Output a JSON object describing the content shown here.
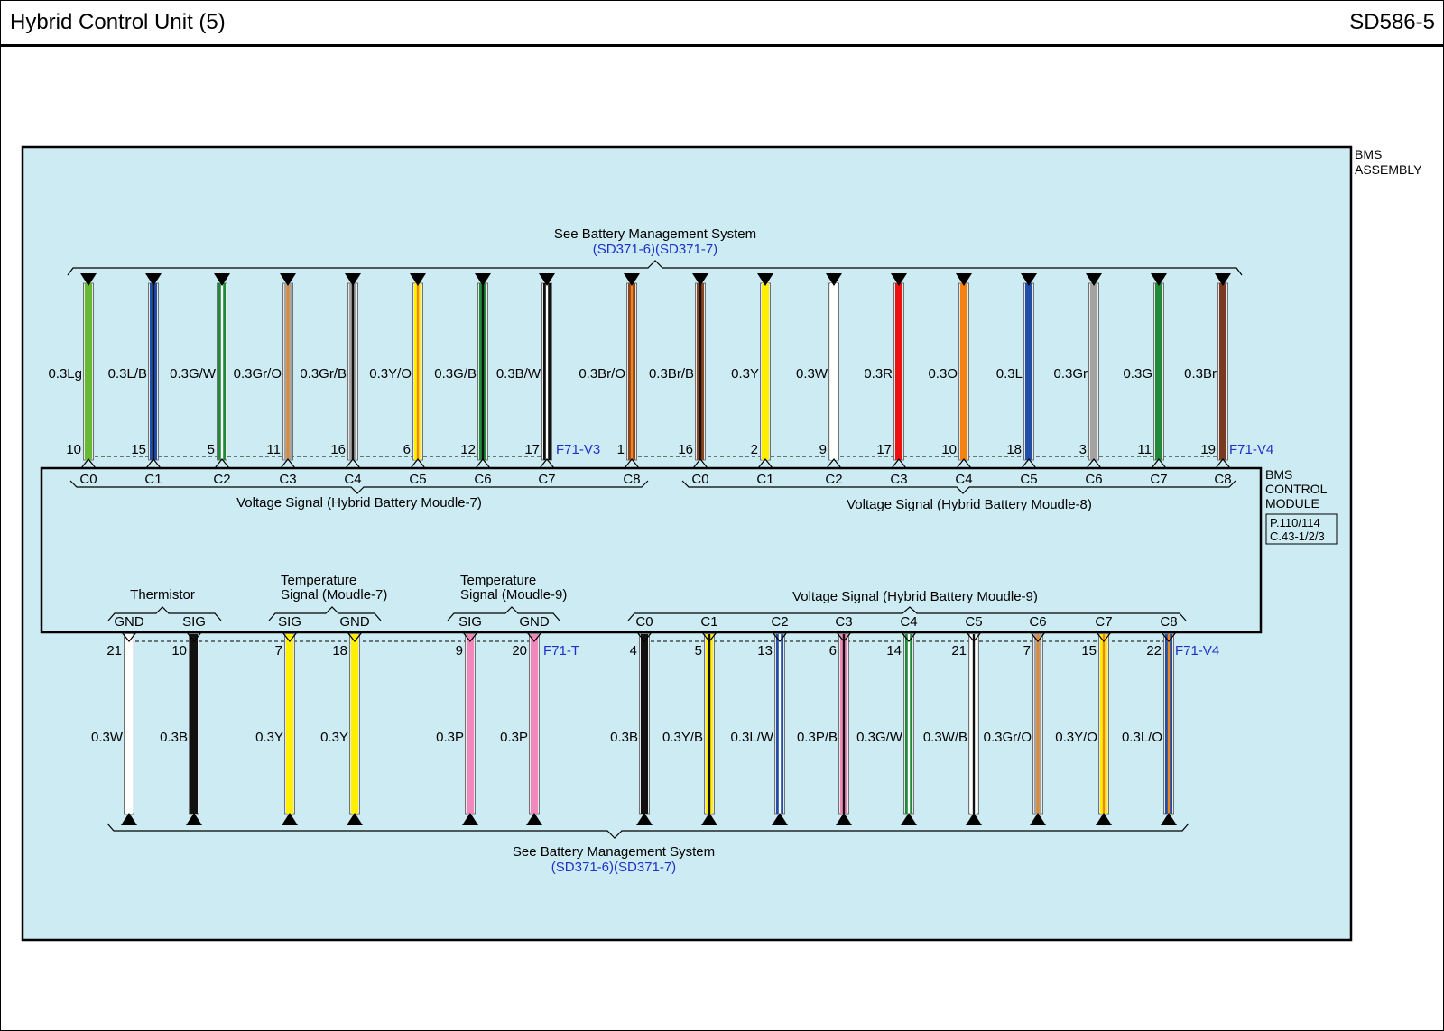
{
  "header": {
    "title": "Hybrid Control Unit (5)",
    "code": "SD586-5"
  },
  "assembly": {
    "label_lines": [
      "BMS",
      "ASSEMBLY"
    ],
    "fill": "#cdebf2"
  },
  "module": {
    "label_lines": [
      "BMS",
      "CONTROL",
      "MODULE"
    ],
    "ref_lines": [
      "P.110/114",
      "C.43-1/2/3"
    ]
  },
  "top_ref": {
    "text": "See Battery Management System",
    "link": "(SD371-6)(SD371-7)"
  },
  "bottom_ref": {
    "text": "See Battery Management System",
    "link": "(SD371-6)(SD371-7)"
  },
  "link_color": "#2030c8",
  "top_wires": [
    {
      "pin": "10",
      "conn": "C0",
      "label": "0.3Lg",
      "color": "#66bb33",
      "stripe": null
    },
    {
      "pin": "15",
      "conn": "C1",
      "label": "0.3L/B",
      "color": "#1f4fa8",
      "stripe": "#111111"
    },
    {
      "pin": "5",
      "conn": "C2",
      "label": "0.3G/W",
      "color": "#1f8a3a",
      "stripe": "#ffffff"
    },
    {
      "pin": "11",
      "conn": "C3",
      "label": "0.3Gr/O",
      "color": "#a3a3a3",
      "stripe": "#f0861a"
    },
    {
      "pin": "16",
      "conn": "C4",
      "label": "0.3Gr/B",
      "color": "#a3a3a3",
      "stripe": "#111111"
    },
    {
      "pin": "6",
      "conn": "C5",
      "label": "0.3Y/O",
      "color": "#fff000",
      "stripe": "#f0861a"
    },
    {
      "pin": "12",
      "conn": "C6",
      "label": "0.3G/B",
      "color": "#1f8a3a",
      "stripe": "#111111"
    },
    {
      "pin": "17",
      "conn": "C7",
      "label": "0.3B/W",
      "color": "#111111",
      "stripe": "#ffffff"
    },
    {
      "pin": "1",
      "conn": "C8",
      "label": "0.3Br/O",
      "color": "#8a4520",
      "stripe": "#f0861a"
    },
    {
      "pin": "16",
      "conn": "C0",
      "label": "0.3Br/B",
      "color": "#8a4520",
      "stripe": "#111111"
    },
    {
      "pin": "2",
      "conn": "C1",
      "label": "0.3Y",
      "color": "#fff000",
      "stripe": null
    },
    {
      "pin": "9",
      "conn": "C2",
      "label": "0.3W",
      "color": "#ffffff",
      "stripe": null
    },
    {
      "pin": "17",
      "conn": "C3",
      "label": "0.3R",
      "color": "#ee1111",
      "stripe": null
    },
    {
      "pin": "10",
      "conn": "C4",
      "label": "0.3O",
      "color": "#f5820f",
      "stripe": null
    },
    {
      "pin": "18",
      "conn": "C5",
      "label": "0.3L",
      "color": "#1f4fa8",
      "stripe": null
    },
    {
      "pin": "3",
      "conn": "C6",
      "label": "0.3Gr",
      "color": "#a3a3a3",
      "stripe": null
    },
    {
      "pin": "11",
      "conn": "C7",
      "label": "0.3G",
      "color": "#1f8a3a",
      "stripe": null
    },
    {
      "pin": "19",
      "conn": "C8",
      "label": "0.3Br",
      "color": "#7a3a22",
      "stripe": null
    }
  ],
  "top_connectors": [
    "F71-V3",
    "F71-V4"
  ],
  "top_groups": [
    "Voltage Signal (Hybrid Battery Moudle-7)",
    "Voltage Signal (Hybrid Battery Moudle-8)"
  ],
  "bottom_groups": [
    {
      "label_lines": [
        "Thermistor"
      ]
    },
    {
      "label_lines": [
        "Temperature",
        "Signal (Moudle-7)"
      ]
    },
    {
      "label_lines": [
        "Temperature",
        "Signal (Moudle-9)"
      ]
    },
    {
      "label_lines": [
        "Voltage Signal (Hybrid Battery Moudle-9)"
      ]
    }
  ],
  "bottom_wires": [
    {
      "pin": "21",
      "conn": "GND",
      "label": "0.3W",
      "color": "#ffffff",
      "stripe": null
    },
    {
      "pin": "10",
      "conn": "SIG",
      "label": "0.3B",
      "color": "#111111",
      "stripe": null
    },
    {
      "pin": "7",
      "conn": "SIG",
      "label": "0.3Y",
      "color": "#fff000",
      "stripe": null
    },
    {
      "pin": "18",
      "conn": "GND",
      "label": "0.3Y",
      "color": "#fff000",
      "stripe": null
    },
    {
      "pin": "9",
      "conn": "SIG",
      "label": "0.3P",
      "color": "#f088bb",
      "stripe": null
    },
    {
      "pin": "20",
      "conn": "GND",
      "label": "0.3P",
      "color": "#f088bb",
      "stripe": null
    },
    {
      "pin": "4",
      "conn": "C0",
      "label": "0.3B",
      "color": "#111111",
      "stripe": null
    },
    {
      "pin": "5",
      "conn": "C1",
      "label": "0.3Y/B",
      "color": "#fff000",
      "stripe": "#111111"
    },
    {
      "pin": "13",
      "conn": "C2",
      "label": "0.3L/W",
      "color": "#1f4fa8",
      "stripe": "#ffffff"
    },
    {
      "pin": "6",
      "conn": "C3",
      "label": "0.3P/B",
      "color": "#f088bb",
      "stripe": "#111111"
    },
    {
      "pin": "14",
      "conn": "C4",
      "label": "0.3G/W",
      "color": "#1f8a3a",
      "stripe": "#ffffff"
    },
    {
      "pin": "21",
      "conn": "C5",
      "label": "0.3W/B",
      "color": "#ffffff",
      "stripe": "#111111"
    },
    {
      "pin": "7",
      "conn": "C6",
      "label": "0.3Gr/O",
      "color": "#a3a3a3",
      "stripe": "#f0861a"
    },
    {
      "pin": "15",
      "conn": "C7",
      "label": "0.3Y/O",
      "color": "#fff000",
      "stripe": "#f0861a"
    },
    {
      "pin": "22",
      "conn": "C8",
      "label": "0.3L/O",
      "color": "#1f4fa8",
      "stripe": "#f0861a"
    }
  ],
  "bottom_connectors": [
    "F71-T",
    "F71-V4"
  ]
}
